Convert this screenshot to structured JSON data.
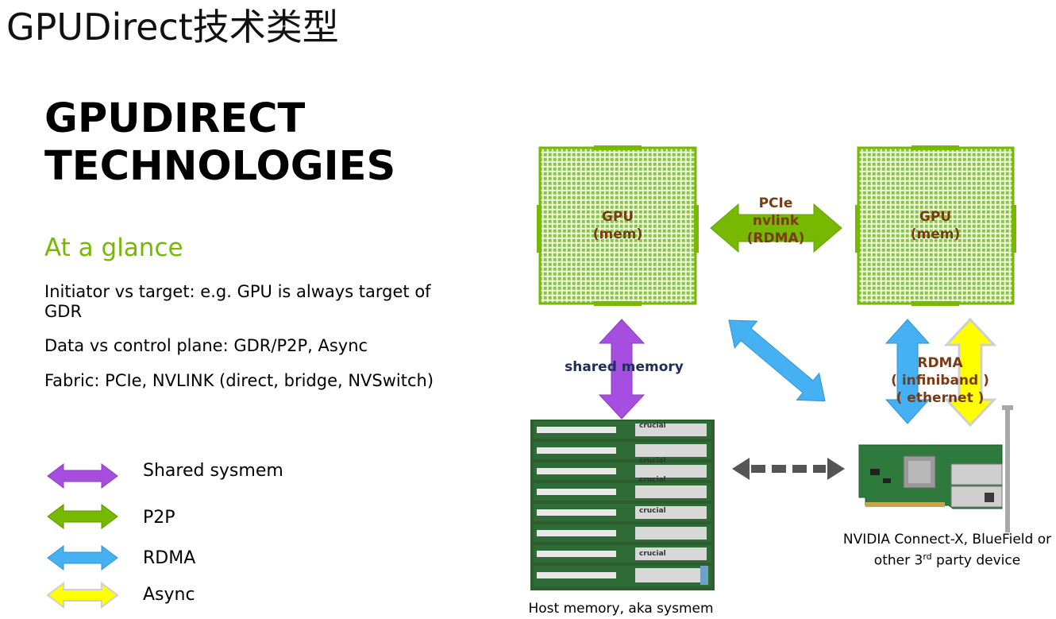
{
  "page_title": "GPUDirect技术类型",
  "slide": {
    "title_line1": "GPUDIRECT",
    "title_line2": "TECHNOLOGIES",
    "subtitle": "At a glance",
    "bullets": [
      "Initiator vs target: e.g. GPU is always target of GDR",
      "Data vs control plane: GDR/P2P, Async",
      "Fabric: PCIe, NVLINK (direct, bridge, NVSwitch)"
    ]
  },
  "legend": [
    {
      "label": "Shared sysmem",
      "color": "#a64ee0"
    },
    {
      "label": "P2P",
      "color": "#76b900"
    },
    {
      "label": "RDMA",
      "color": "#45b0f2"
    },
    {
      "label": "Async",
      "color": "#ffff00"
    }
  ],
  "diagram": {
    "gpu_left": {
      "line1": "GPU",
      "line2": "(mem)"
    },
    "gpu_right": {
      "line1": "GPU",
      "line2": "(mem)"
    },
    "p2p_label": {
      "line1": "PCIe",
      "line2": "nvlink",
      "line3": "(RDMA)"
    },
    "shared_memory_label": "shared memory",
    "rdma_label": {
      "line1": "RDMA",
      "line2": "( infiniband )",
      "line3": "( ethernet )"
    },
    "host_memory_caption": "Host memory, aka sysmem",
    "nic_caption": {
      "line1": "NVIDIA Connect-X, BlueField or",
      "line2_pre": "other 3",
      "line2_sup": "rd",
      "line2_post": " party device"
    },
    "ram_brand": "crucial"
  },
  "colors": {
    "nvidia_green": "#76b900",
    "purple": "#a64ee0",
    "blue": "#45b0f2",
    "yellow": "#ffff00",
    "gray_arrow": "#555555",
    "label_brown": "#7a3b14",
    "label_navy": "#1f2d5a"
  }
}
